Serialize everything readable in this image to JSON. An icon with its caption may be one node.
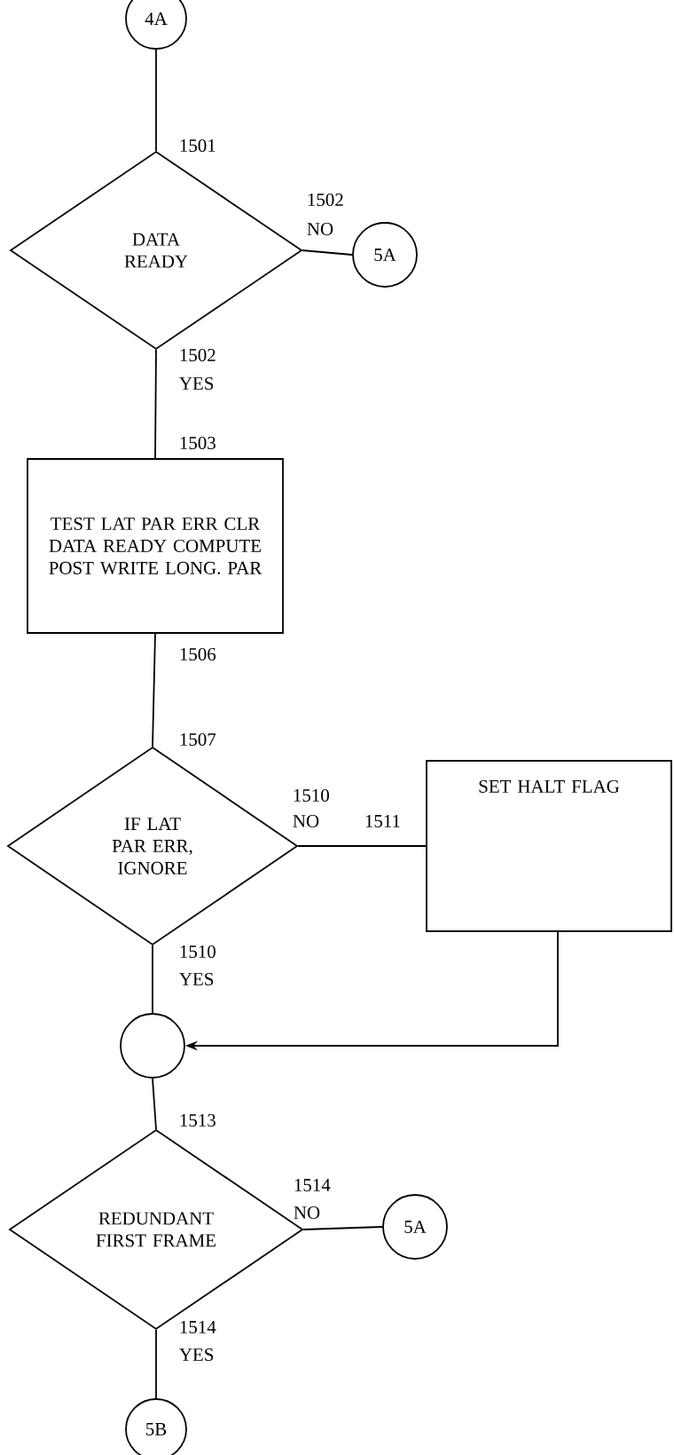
{
  "diagram": {
    "nodes": [
      {
        "text": [
          "4A"
        ]
      },
      {
        "text": [
          "DATA READY"
        ]
      },
      {
        "text": [
          "5A"
        ]
      },
      {
        "text": [
          "TEST LAT PAR ERR CLR DATA READY COMPUTE POST WRITE LONG. PAR"
        ]
      },
      {
        "text": [
          "IF LAT PAR ERR, IGNORE"
        ]
      },
      {
        "text": [
          "SET HALT FLAG"
        ]
      },
      {
        "text": [],
        "shape": "circle"
      },
      {
        "text": [
          "REDUNDANT FIRST FRAME"
        ]
      },
      {
        "text": [
          "5A"
        ]
      },
      {
        "text": [
          "5B"
        ]
      }
    ],
    "edges": [
      {
        "from": 0,
        "to": 1,
        "arrow": "none"
      },
      {
        "from": 1,
        "to": 2,
        "arrow": "none"
      },
      {
        "from": 1,
        "to": 3,
        "arrow": "none"
      },
      {
        "from": 3,
        "to": 4,
        "arrow": "none"
      },
      {
        "from": 4,
        "to": 5,
        "arrow": "none"
      },
      {
        "from": 4,
        "to": 6,
        "arrow": "none"
      },
      {
        "from": 5,
        "to": 6,
        "arrow": "to"
      },
      {
        "from": 6,
        "to": 7,
        "arrow": "none"
      },
      {
        "from": 7,
        "to": 8,
        "arrow": "none"
      },
      {
        "from": 7,
        "to": 9,
        "arrow": "none"
      }
    ],
    "labels": [
      "1501",
      "1502",
      "NO",
      "1502",
      "YES",
      "1503",
      "1506",
      "1507",
      "1510",
      "NO",
      "1511",
      "1510",
      "YES",
      "1513",
      "1514",
      "NO",
      "1514",
      "YES"
    ]
  }
}
